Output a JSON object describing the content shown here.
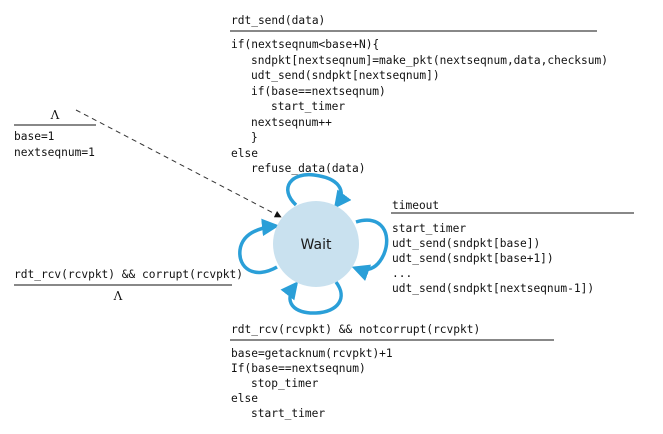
{
  "state": {
    "label": "Wait",
    "fill": "#c9e1ef"
  },
  "colors": {
    "loop": "#2a9fd8",
    "text": "#111111"
  },
  "init": {
    "event": "Λ",
    "actions": [
      "base=1",
      "nextseqnum=1"
    ]
  },
  "send": {
    "event": "rdt_send(data)",
    "actions": [
      "if(nextseqnum<base+N){",
      "sndpkt[nextseqnum]=make_pkt(nextseqnum,data,checksum)",
      "udt_send(sndpkt[nextseqnum])",
      "if(base==nextseqnum)",
      "start_timer",
      "nextseqnum++",
      "}",
      "else",
      "refuse_data(data)"
    ]
  },
  "timeout": {
    "event": "timeout",
    "actions": [
      "start_timer",
      "udt_send(sndpkt[base])",
      "udt_send(sndpkt[base+1])",
      "...",
      "udt_send(sndpkt[nextseqnum-1])"
    ]
  },
  "corrupt": {
    "event": "rdt_rcv(rcvpkt) && corrupt(rcvpkt)",
    "actions": [
      "Λ"
    ]
  },
  "notcorrupt": {
    "event": "rdt_rcv(rcvpkt) && notcorrupt(rcvpkt)",
    "actions": [
      "base=getacknum(rcvpkt)+1",
      "If(base==nextseqnum)",
      "stop_timer",
      "else",
      "start_timer"
    ]
  }
}
